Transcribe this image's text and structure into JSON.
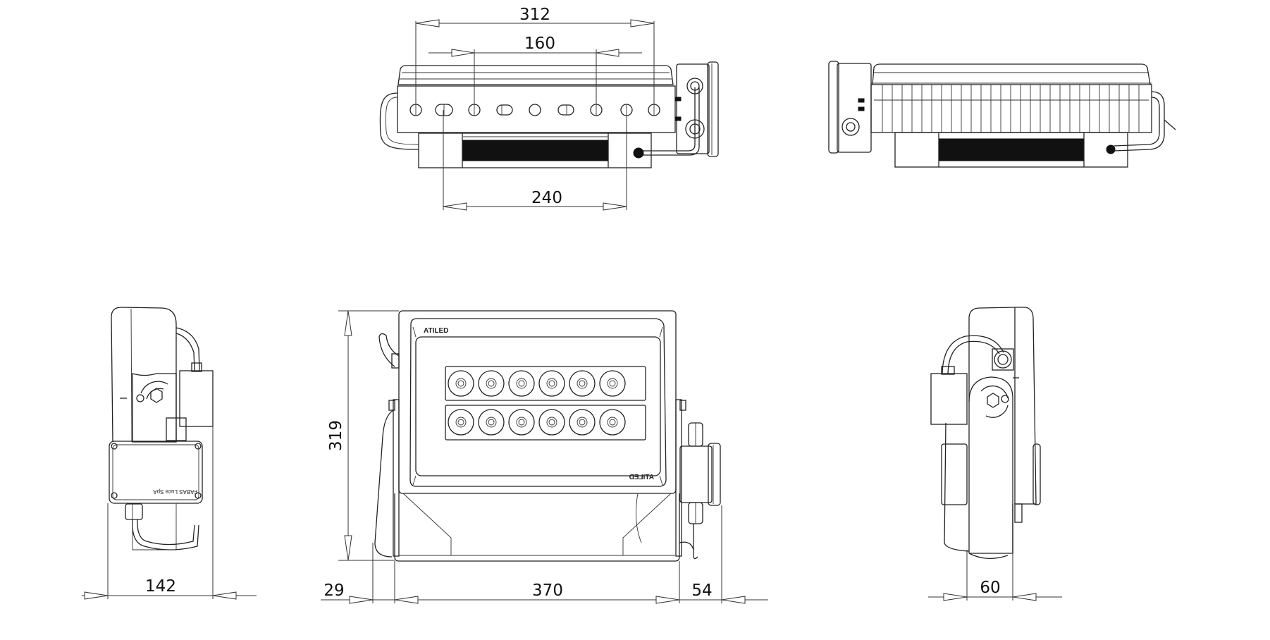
{
  "drawing": {
    "brand_text": "ATILED",
    "junction_box_text": "FABAS Luce SpA",
    "led_count_per_row": 6,
    "led_rows": 2
  },
  "dimensions": {
    "top_overall": "312",
    "top_inner": "160",
    "top_bracket": "240",
    "front_height": "319",
    "front_left_offset": "29",
    "front_width": "370",
    "front_right_box": "54",
    "left_side_depth": "142",
    "right_side_depth": "60"
  }
}
